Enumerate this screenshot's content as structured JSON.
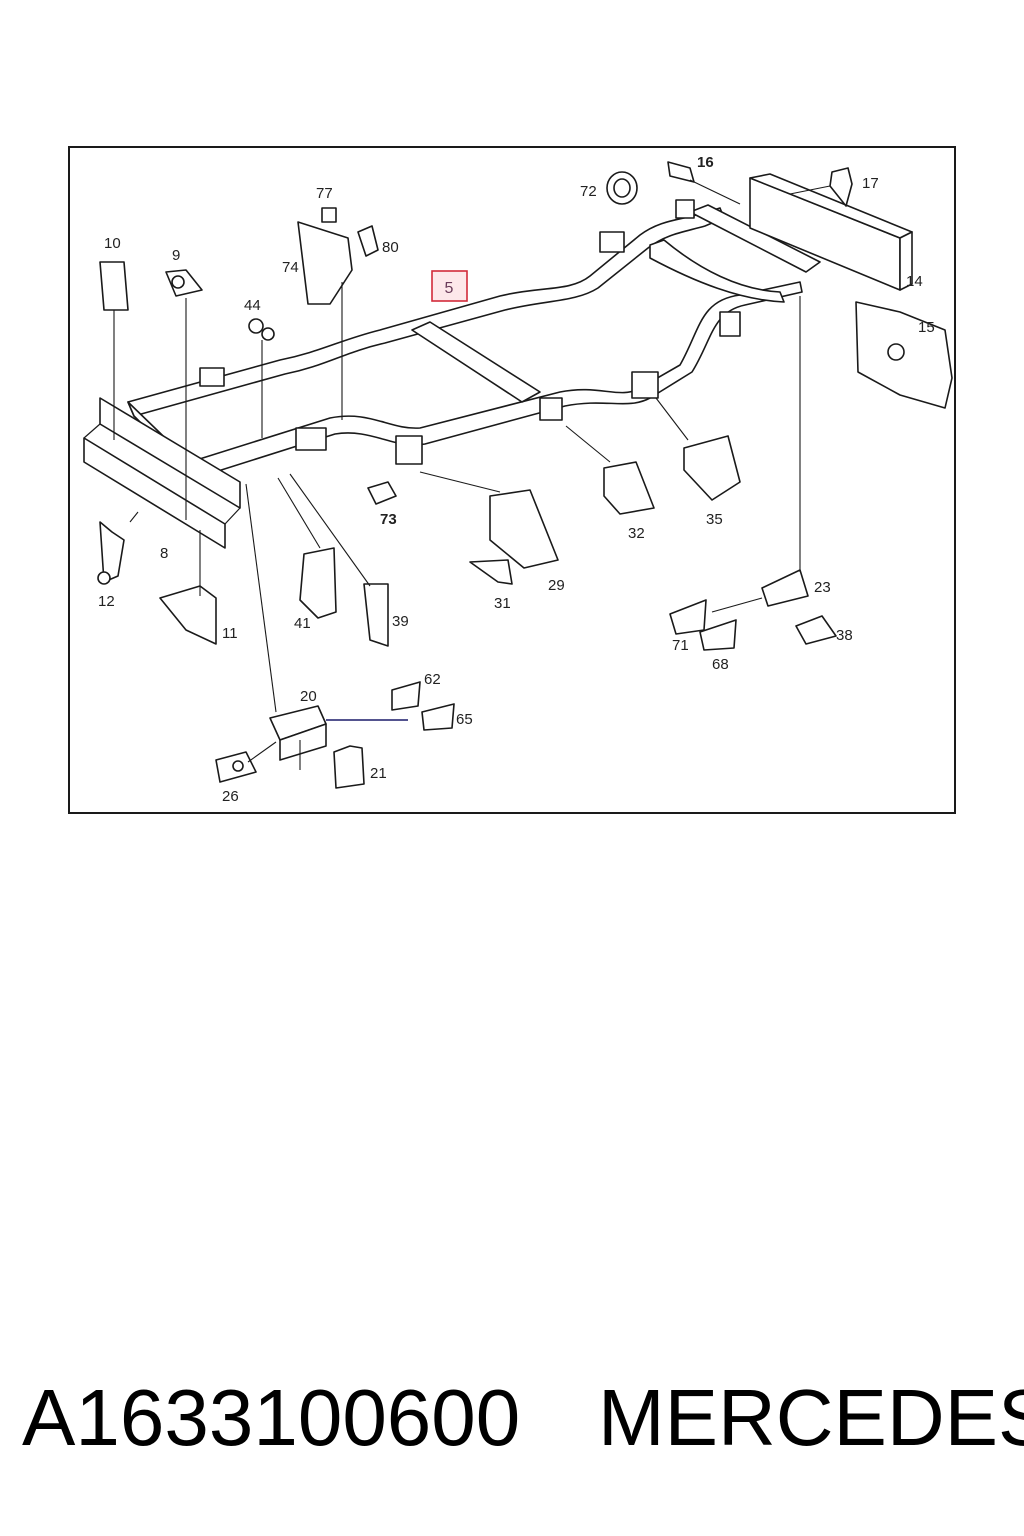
{
  "diagram": {
    "highlighted_part": "5",
    "callouts": [
      {
        "id": "c16",
        "label": "16"
      },
      {
        "id": "c17",
        "label": "17"
      },
      {
        "id": "c72",
        "label": "72"
      },
      {
        "id": "c77",
        "label": "77"
      },
      {
        "id": "c80",
        "label": "80"
      },
      {
        "id": "c74",
        "label": "74"
      },
      {
        "id": "c10",
        "label": "10"
      },
      {
        "id": "c9",
        "label": "9"
      },
      {
        "id": "c44",
        "label": "44"
      },
      {
        "id": "c14",
        "label": "14"
      },
      {
        "id": "c15",
        "label": "15"
      },
      {
        "id": "c73",
        "label": "73"
      },
      {
        "id": "c8",
        "label": "8"
      },
      {
        "id": "c12",
        "label": "12"
      },
      {
        "id": "c11",
        "label": "11"
      },
      {
        "id": "c32",
        "label": "32"
      },
      {
        "id": "c35",
        "label": "35"
      },
      {
        "id": "c29",
        "label": "29"
      },
      {
        "id": "c31",
        "label": "31"
      },
      {
        "id": "c41",
        "label": "41"
      },
      {
        "id": "c39",
        "label": "39"
      },
      {
        "id": "c23",
        "label": "23"
      },
      {
        "id": "c71",
        "label": "71"
      },
      {
        "id": "c68",
        "label": "68"
      },
      {
        "id": "c38",
        "label": "38"
      },
      {
        "id": "c62",
        "label": "62"
      },
      {
        "id": "c65",
        "label": "65"
      },
      {
        "id": "c20",
        "label": "20"
      },
      {
        "id": "c21",
        "label": "21"
      },
      {
        "id": "c26",
        "label": "26"
      }
    ]
  },
  "footer": {
    "part_number": "A1633100600",
    "brand": "MERCEDES"
  },
  "colors": {
    "highlight_border": "#d22b3a",
    "highlight_fill": "#fde8ea",
    "line": "#1a1a1a"
  }
}
